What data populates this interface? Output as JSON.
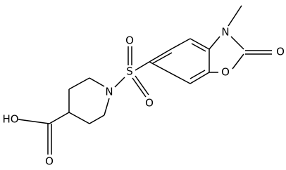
{
  "molecule": {
    "atoms": [
      {
        "id": "N1",
        "label": "N"
      },
      {
        "id": "S",
        "label": "S"
      },
      {
        "id": "O_s_top",
        "label": "O"
      },
      {
        "id": "O_s_bottom",
        "label": "O"
      },
      {
        "id": "N3",
        "label": "N"
      },
      {
        "id": "O_ring",
        "label": "O"
      },
      {
        "id": "O_carbonyl",
        "label": "O"
      },
      {
        "id": "OH",
        "label": "HO"
      },
      {
        "id": "O_acid",
        "label": "O"
      }
    ]
  },
  "colors": {
    "bond": "#000000",
    "label": "#000000",
    "background": "#ffffff"
  }
}
